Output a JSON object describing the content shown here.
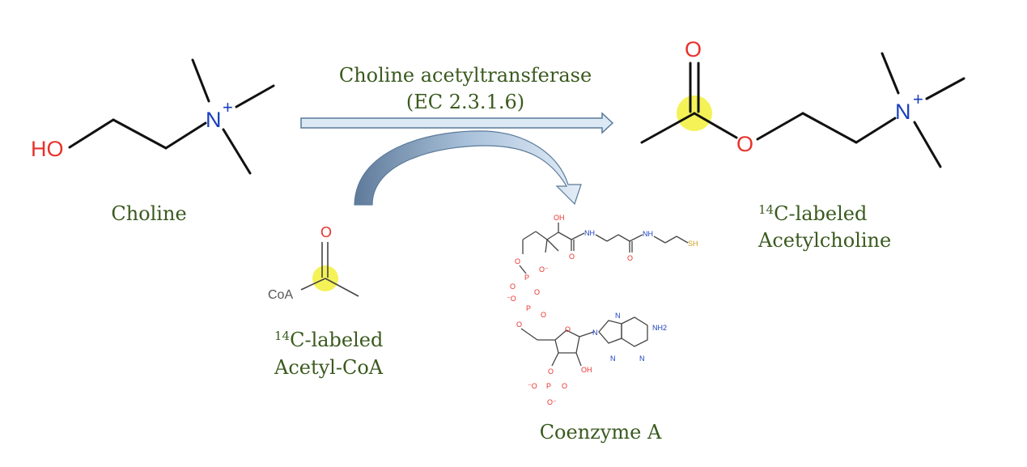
{
  "enzyme": {
    "name": "Choline acetyltransferase",
    "ec": "(EC 2.3.1.6)"
  },
  "choline": {
    "label": "Choline",
    "atoms": {
      "ho": "HO",
      "n": "N",
      "charge": "+"
    }
  },
  "acetylcholine": {
    "label_line1_sup": "14",
    "label_line1": "C-labeled",
    "label_line2": "Acetylcholine",
    "atoms": {
      "o_carbonyl": "O",
      "o_ester": "O",
      "n": "N",
      "charge": "+"
    }
  },
  "acetyl_coa": {
    "label_line1_sup": "14",
    "label_line1": "C-labeled",
    "label_line2": "Acetyl-CoA",
    "atoms": {
      "coa": "CoA",
      "o": "O"
    }
  },
  "coenzyme_a": {
    "label": "Coenzyme A",
    "atoms": {
      "oh_top": "OH",
      "nh1": "NH",
      "nh2": "NH",
      "sh": "SH",
      "o1": "O",
      "o2": "O",
      "nh2_group": "NH2",
      "oh_ribose": "OH",
      "p": "P",
      "n": "N",
      "o_minus": "-O",
      "o_neg": "O-"
    }
  },
  "colors": {
    "label_green": "#3a5a1e",
    "oxygen_red": "#e8322b",
    "nitrogen_blue": "#1a3fbf",
    "highlight_yellow": "#f2f03a",
    "arrow_fill": "#dce9f5",
    "arrow_stroke": "#5a7a9a",
    "curved_arrow_dark": "#6e8aa8"
  }
}
